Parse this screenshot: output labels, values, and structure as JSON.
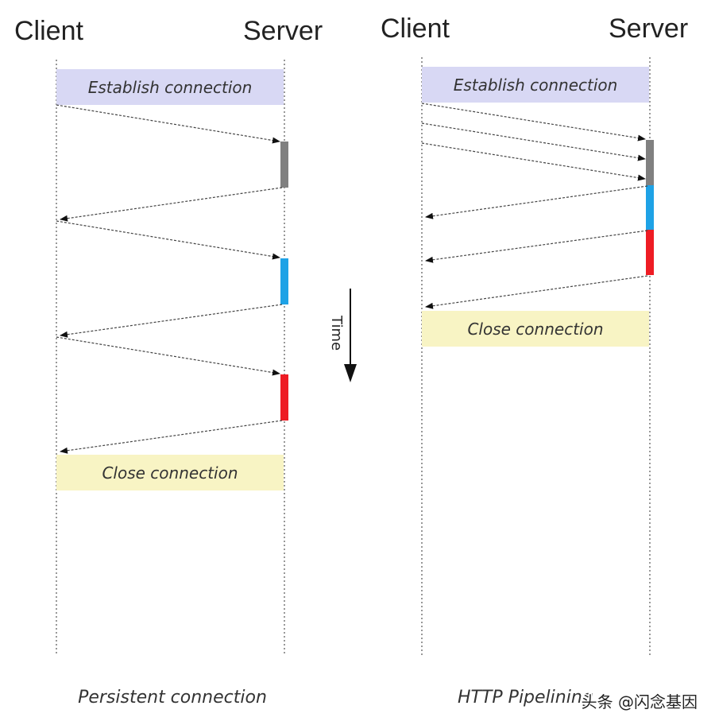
{
  "persistent": {
    "client_label": "Client",
    "server_label": "Server",
    "open_label": "Establish connection",
    "close_label": "Close connection",
    "caption": "Persistent connection"
  },
  "pipelining": {
    "client_label": "Client",
    "server_label": "Server",
    "open_label": "Establish connection",
    "close_label": "Close connection",
    "caption": "HTTP Pipelining"
  },
  "time_label": "Time",
  "watermark": "头条 @闪念基因",
  "colors": {
    "open_box": "#d8d8f4",
    "close_box": "#f8f4c4",
    "request_gray": "#808080",
    "request_blue": "#1ea2e6",
    "request_red": "#ee1c24",
    "line": "#444444"
  }
}
